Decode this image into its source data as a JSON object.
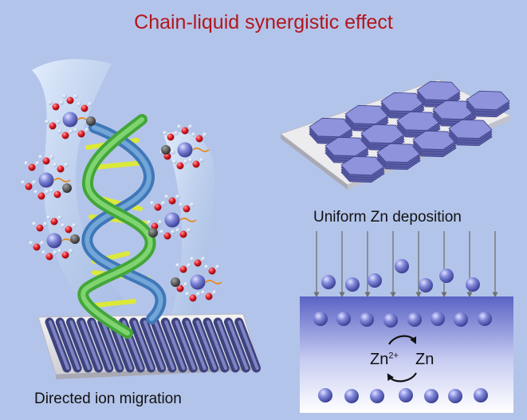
{
  "title": "Chain-liquid synergistic effect",
  "labels": {
    "uniform_deposition": "Uniform Zn deposition",
    "directed_migration": "Directed ion migration"
  },
  "equilibrium": {
    "ion_base": "Zn",
    "ion_charge": "2+",
    "metal": "Zn"
  },
  "colors": {
    "background": "#b3c4ea",
    "title": "#b3161c",
    "zn_sphere": "#7d86d8",
    "hexagon": "#8e93dc",
    "helix_green": "#6ccc5c",
    "helix_blue": "#5f97cf",
    "rung": "#e2ee3a",
    "oxygen": "#e8202a",
    "hydrogen": "#eef3ff"
  }
}
